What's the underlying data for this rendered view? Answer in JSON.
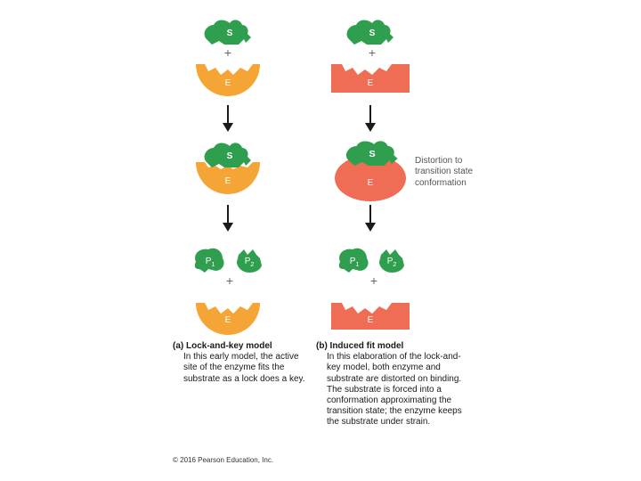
{
  "colors": {
    "substrate": "#2f9e4f",
    "enzyme_lock_key": "#f5a436",
    "enzyme_induced_fit": "#ef6c55",
    "arrow": "#1a1a1a",
    "label_text": "#ffffff"
  },
  "labels": {
    "substrate": "S",
    "enzyme": "E",
    "product1": "P",
    "product1_sub": "1",
    "product2": "P",
    "product2_sub": "2",
    "plus": "+"
  },
  "annotation": {
    "distortion": "Distortion to transition state conformation"
  },
  "captions": {
    "a": {
      "heading": "(a) Lock-and-key model",
      "text": "In this early model, the active site of the enzyme fits the substrate as a lock does a key."
    },
    "b": {
      "heading": "(b) Induced fit model",
      "text": "In this elaboration of the lock-and-key model, both enzyme and substrate are distorted on binding. The substrate is forced into a conformation approximating the transition state; the enzyme keeps the substrate under strain."
    }
  },
  "copyright": "© 2016 Pearson Education, Inc."
}
